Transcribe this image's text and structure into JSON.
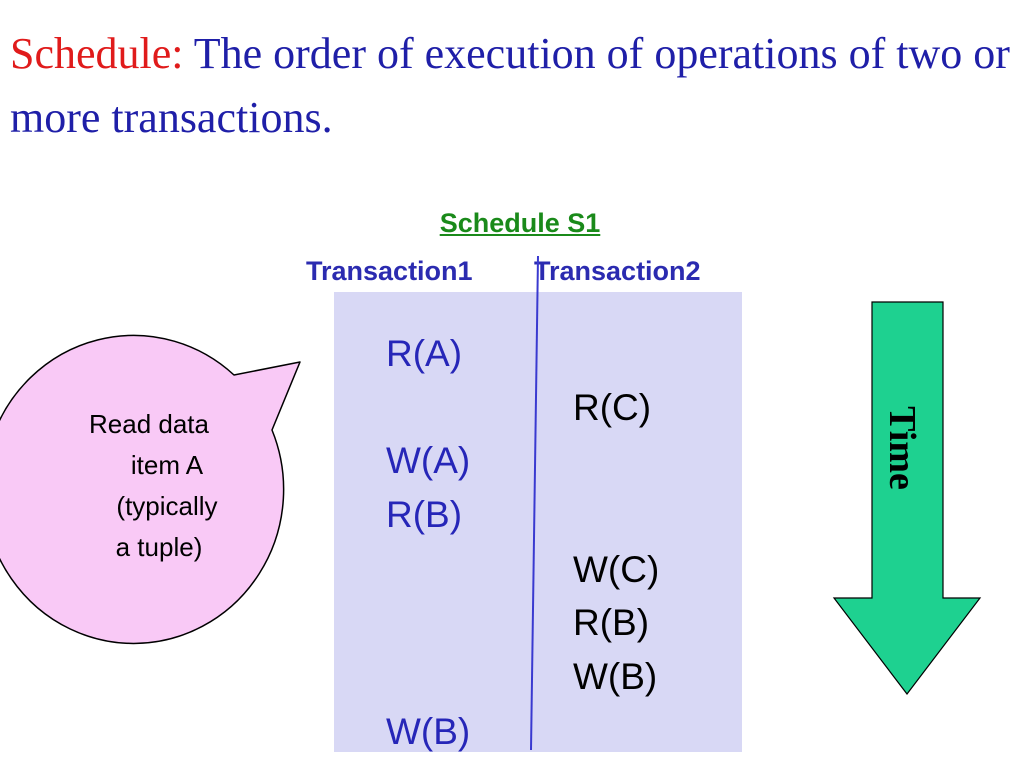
{
  "title": {
    "keyword": "Schedule:",
    "rest": "The order of execution of operations of two or more transactions."
  },
  "schedule": {
    "name": "Schedule S1",
    "columns": [
      "Transaction1",
      "Transaction2"
    ],
    "operations": [
      {
        "transaction": "Transaction1",
        "op": "R(A)"
      },
      {
        "transaction": "Transaction2",
        "op": "R(C)"
      },
      {
        "transaction": "Transaction1",
        "op": "W(A)"
      },
      {
        "transaction": "Transaction1",
        "op": "R(B)"
      },
      {
        "transaction": "Transaction2",
        "op": "W(C)"
      },
      {
        "transaction": "Transaction2",
        "op": "R(B)"
      },
      {
        "transaction": "Transaction2",
        "op": "W(B)"
      },
      {
        "transaction": "Transaction1",
        "op": "W(B)"
      }
    ]
  },
  "callout": {
    "lines": [
      "Read data",
      "item A",
      "(typically",
      "a tuple)"
    ]
  },
  "time_arrow": {
    "label": "Time",
    "direction": "down"
  },
  "colors": {
    "title_keyword": "#e01b1b",
    "title_text": "#1f1fa8",
    "schedule_name": "#1a8a1a",
    "transaction_headers": "#2b2bb0",
    "panel_fill": "#d8d8f5",
    "transaction1_ops": "#2626b8",
    "transaction2_ops": "#000000",
    "callout_fill": "#f9c9f6",
    "time_arrow_fill": "#1ed190"
  }
}
